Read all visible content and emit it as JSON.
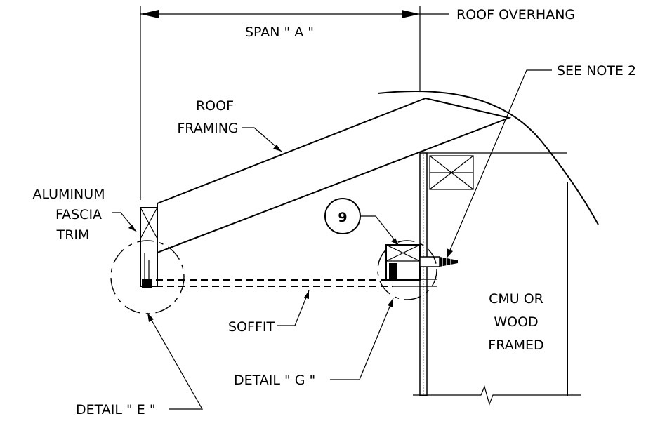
{
  "labels": {
    "span": "SPAN \" A \"",
    "roof_overhang": "ROOF OVERHANG",
    "see_note": "SEE NOTE 2",
    "roof_framing_1": "ROOF",
    "roof_framing_2": "FRAMING",
    "fascia_1": "ALUMINUM",
    "fascia_2": "FASCIA",
    "fascia_3": "TRIM",
    "callout_number": "9",
    "soffit": "SOFFIT",
    "wall_1": "CMU OR",
    "wall_2": "WOOD",
    "wall_3": "FRAMED",
    "detail_g": "DETAIL \" G \"",
    "detail_e": "DETAIL \" E \""
  }
}
